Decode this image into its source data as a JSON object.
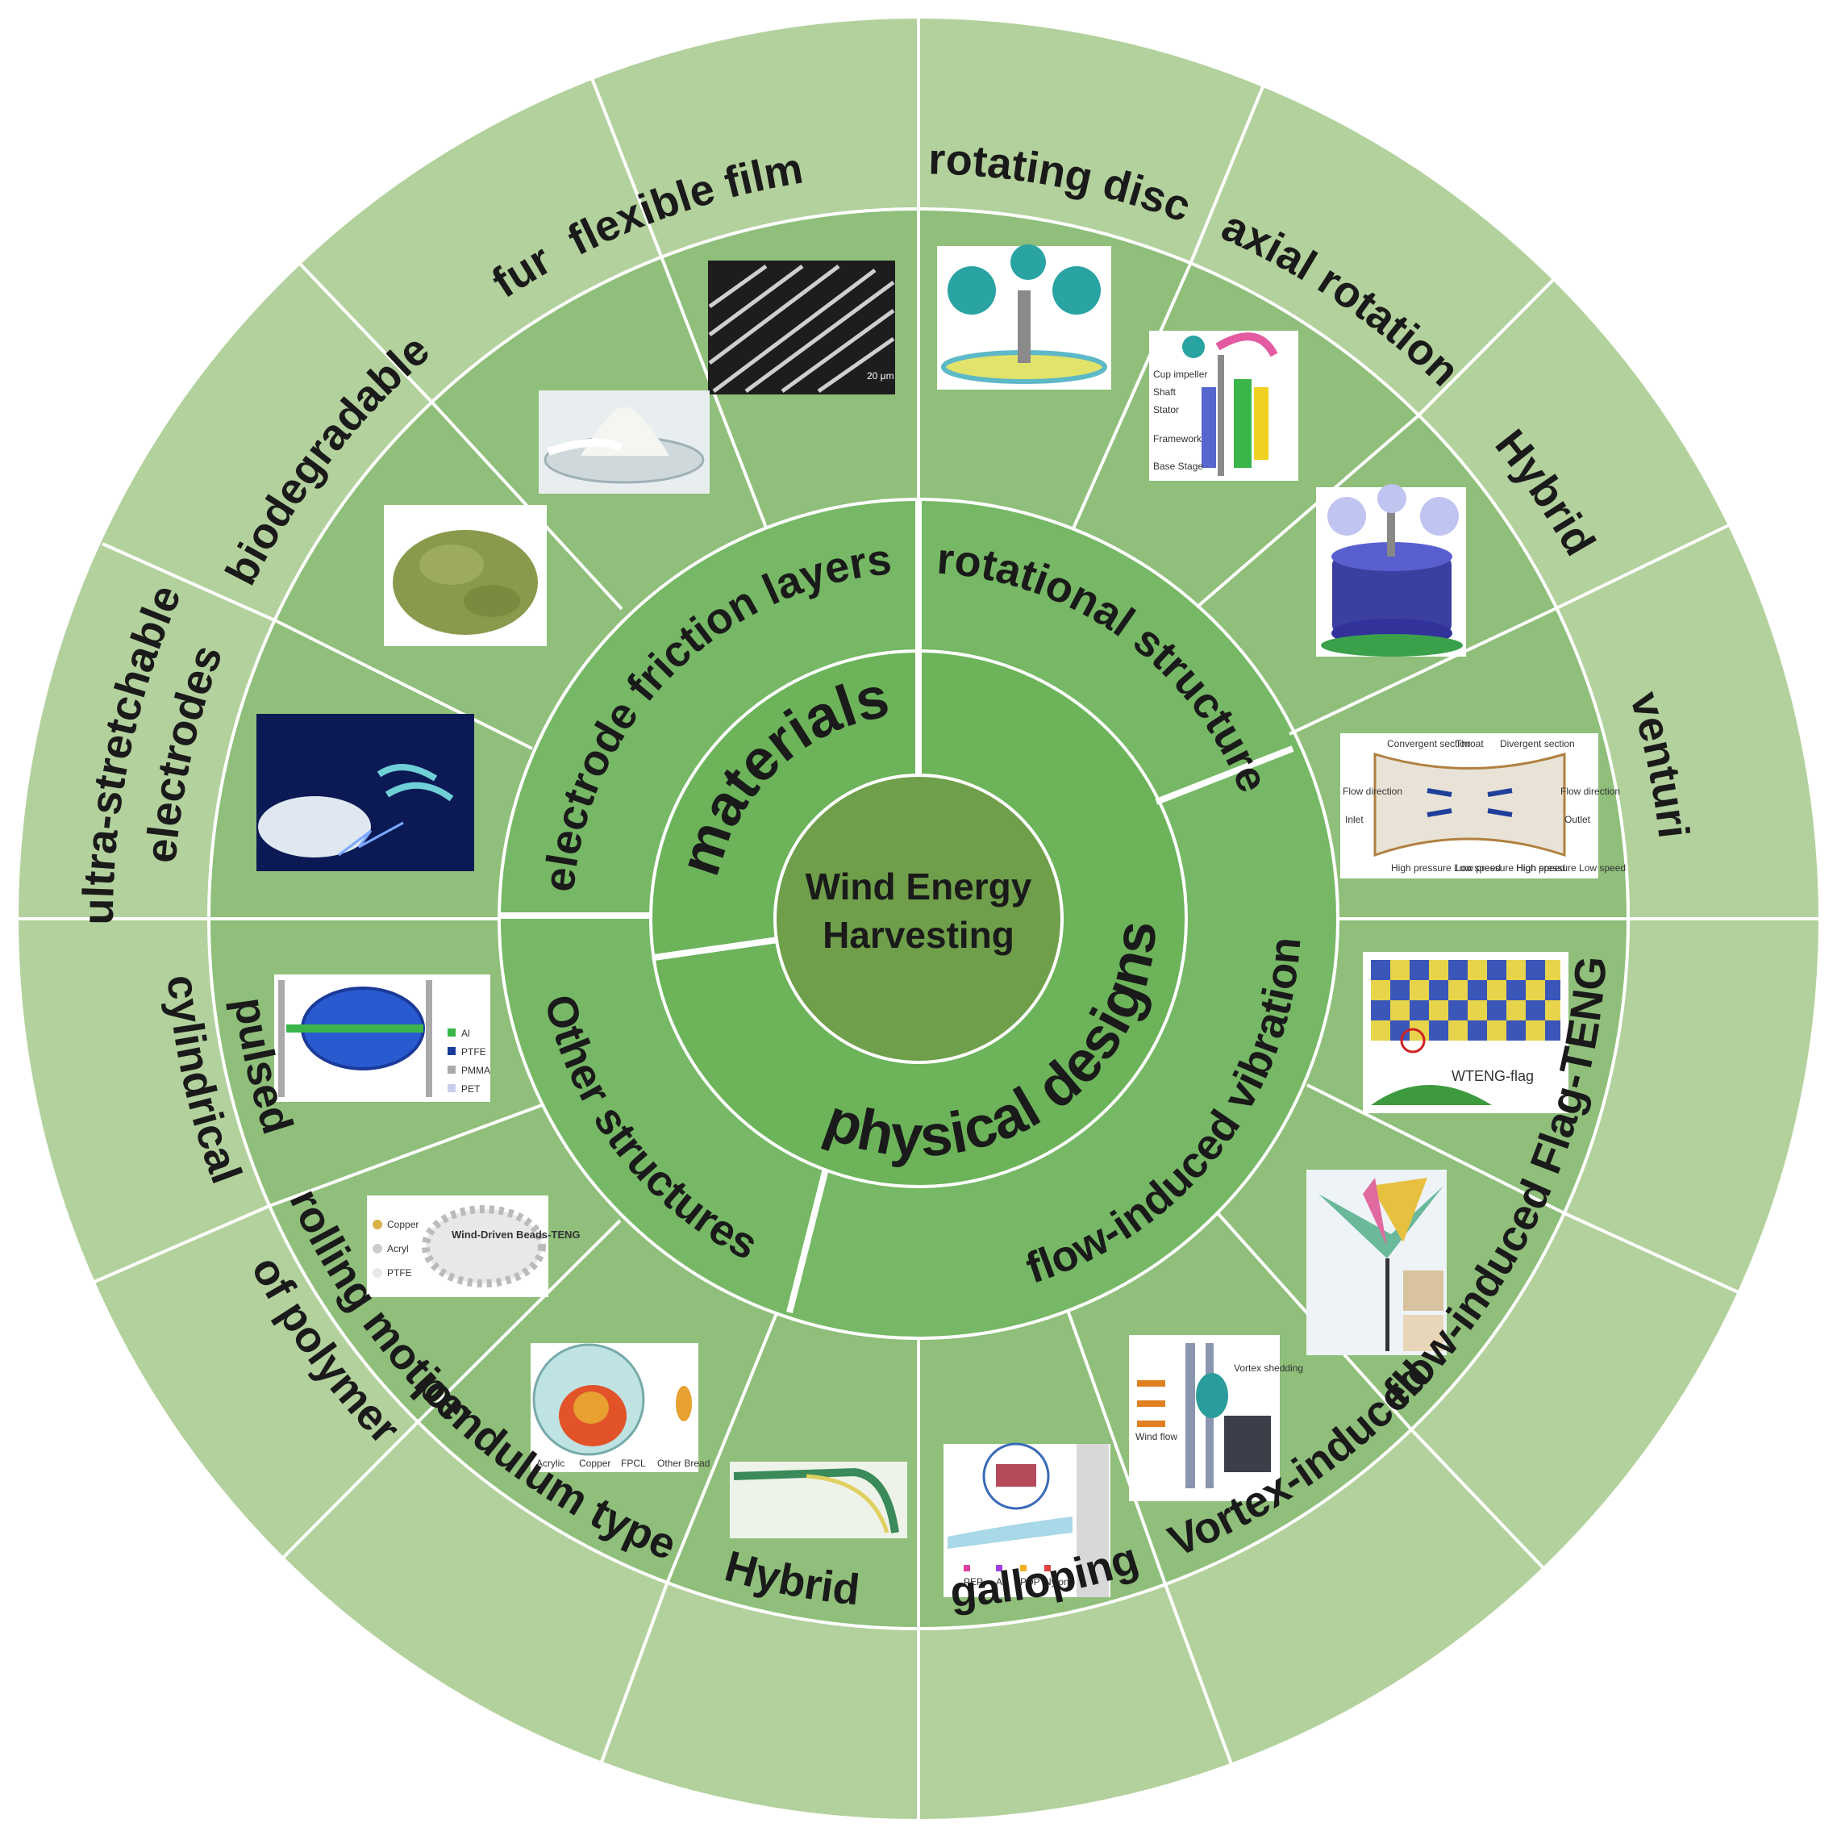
{
  "center": {
    "line1": "Wind Energy",
    "line2": "Harvesting"
  },
  "inner": {
    "materials": "materials",
    "physical_designs": "physical designs"
  },
  "middle": {
    "electrode_friction_layers": "electrode friction layers",
    "rotational_structure": "rotational structure",
    "flow_induced_vibration": "flow-induced  vibration",
    "other_structures": "Other structures"
  },
  "outer": {
    "flexible_film": "flexible film",
    "fur": "fur",
    "biodegradable": "biodegradable",
    "ultra_stretchable_1": "ultra-stretchable",
    "ultra_stretchable_2": "electrodes",
    "rotating_disc": "rotating disc",
    "axial_rotation": "axial rotation",
    "hybrid_rot": "Hybrid",
    "venturi": "venturi",
    "flag_teng": "Flag-TENG",
    "flow_induced": "flow-induced",
    "vortex_induced": "Vortex-induced",
    "galloping": "galloping",
    "hybrid_other": "Hybrid",
    "pendulum_type": "pendulum type",
    "rolling_1": "rolling motion",
    "rolling_2": "of polymer",
    "pulsed_1": "pulsed",
    "pulsed_2": "cylindrical"
  },
  "figure_text": {
    "scale_bar": "20 μm",
    "venturi_sections": [
      "Convergent section",
      "Throat",
      "Divergent section"
    ],
    "venturi_flow": [
      "Flow direction",
      "Inlet",
      "Flow direction",
      "Outlet"
    ],
    "venturi_pressure": [
      "High pressure Low speed",
      "Low pressure High speed",
      "High pressure Low speed"
    ],
    "flag_caption": "WTENG-flag",
    "axial_labels": [
      "Cup impeller",
      "Shaft",
      "Stator",
      "Framework",
      "Base Stage"
    ],
    "cyl_legend": [
      "Al",
      "PTFE",
      "PMMA",
      "PET"
    ],
    "beads_legend": [
      "Copper",
      "Acryl",
      "PTFE"
    ],
    "beads_title": "Wind-Driven Beads-TENG",
    "pendulum_legend": [
      "Acrylic",
      "Copper",
      "FPCL",
      "Other Bread"
    ],
    "vortex_labels": [
      "Vortex shedding",
      "Wind flow"
    ],
    "galloping_legend": [
      "PEP",
      "Al",
      "PDP",
      "Nylon"
    ]
  },
  "colors": {
    "outer_ring": "#b3d19c",
    "middle_ring": "#8fbf7a",
    "band_ring": "#76b865",
    "inner_ring": "#6cb35a",
    "center": "#6f9f4a",
    "divider": "#ffffff"
  }
}
